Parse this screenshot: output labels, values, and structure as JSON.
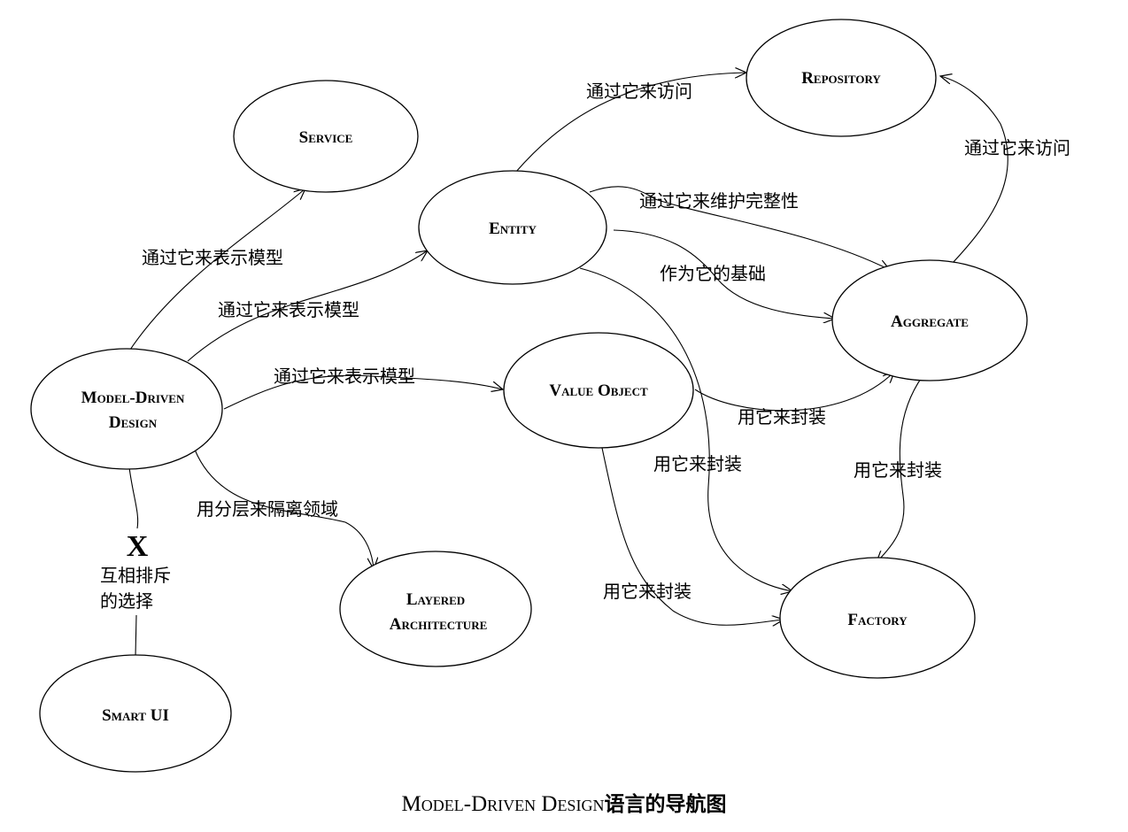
{
  "nodes": {
    "repository": "Repository",
    "service": "Service",
    "entity": "Entity",
    "aggregate": "Aggregate",
    "model_driven_design_line1": "Model-Driven",
    "model_driven_design_line2": "Design",
    "value_object": "Value Object",
    "layered_architecture_line1": "Layered",
    "layered_architecture_line2": "Architecture",
    "factory": "Factory",
    "smart_ui": "Smart UI"
  },
  "edge_labels": {
    "entity_to_repository": "通过它来访问",
    "aggregate_to_repository": "通过它来访问",
    "entity_to_aggregate_integrity": "通过它来维护完整性",
    "entity_to_aggregate_root": "作为它的基础",
    "mdd_to_service": "通过它来表示模型",
    "mdd_to_entity": "通过它来表示模型",
    "mdd_to_value_object": "通过它来表示模型",
    "value_object_to_aggregate": "用它来封装",
    "entity_to_factory": "用它来封装",
    "aggregate_to_factory": "用它来封装",
    "value_object_to_factory": "用它来封装",
    "mdd_to_layered": "用分层来隔离领域",
    "exclusive_mark": "X",
    "exclusive_line1": "互相排斥",
    "exclusive_line2": "的选择"
  },
  "caption": {
    "latin": "Model-Driven Design",
    "chinese": "语言的导航图"
  }
}
